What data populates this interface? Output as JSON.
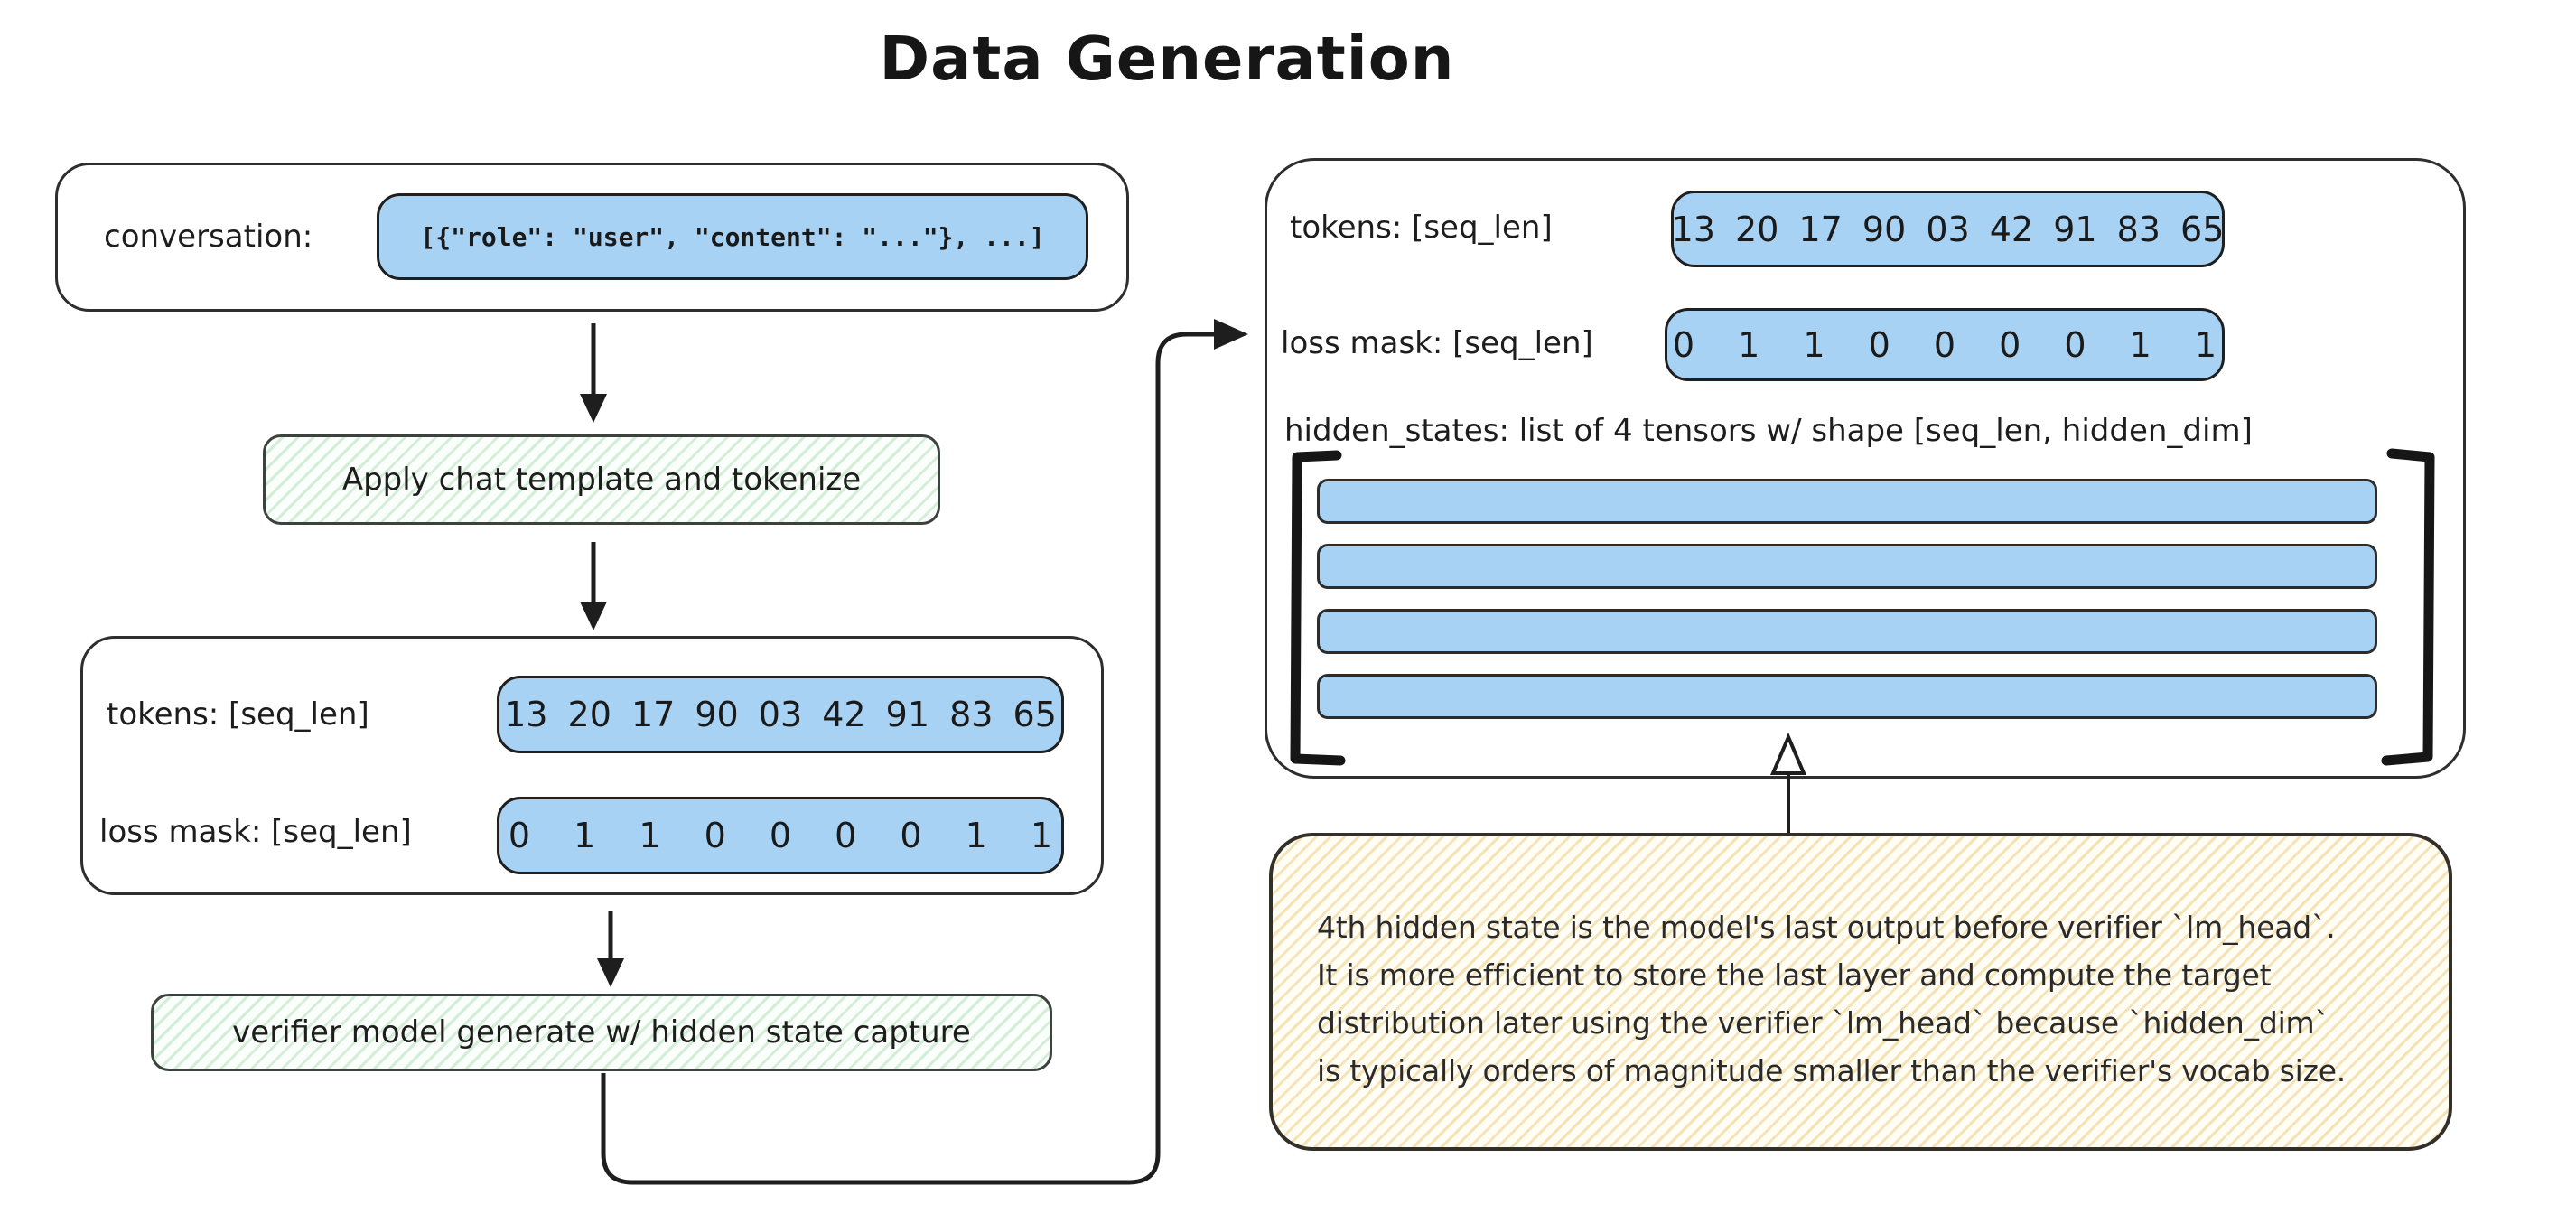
{
  "title": "Data Generation",
  "colors": {
    "ink": "#222222",
    "blue": "#a8d2f4",
    "box_border": "#2e2e2e"
  },
  "left": {
    "conversation": {
      "label": "conversation:",
      "value": "[{\"role\": \"user\", \"content\": \"...\"}, ...]"
    },
    "step_tokenize": "Apply chat template and tokenize",
    "tokens": {
      "label": "tokens: [seq_len]",
      "values": [
        "13",
        "20",
        "17",
        "90",
        "03",
        "42",
        "91",
        "83",
        "65"
      ]
    },
    "loss_mask": {
      "label": "loss mask: [seq_len]",
      "values": [
        "0",
        "1",
        "1",
        "0",
        "0",
        "0",
        "0",
        "1",
        "1"
      ]
    },
    "step_generate": "verifier model generate w/ hidden state capture"
  },
  "right": {
    "tokens": {
      "label": "tokens: [seq_len]",
      "values": [
        "13",
        "20",
        "17",
        "90",
        "03",
        "42",
        "91",
        "83",
        "65"
      ]
    },
    "loss_mask": {
      "label": "loss mask: [seq_len]",
      "values": [
        "0",
        "1",
        "1",
        "0",
        "0",
        "0",
        "0",
        "1",
        "1"
      ]
    },
    "hidden_states": {
      "label": "hidden_states: list of 4 tensors w/ shape [seq_len, hidden_dim]",
      "count": 4
    }
  },
  "note": {
    "lines": [
      "4th hidden state is the model's last output before verifier `lm_head`.",
      "It is more efficient to store the last layer and compute the target",
      "distribution later using the verifier `lm_head` because `hidden_dim`",
      "is typically orders of magnitude smaller than the verifier's vocab size."
    ]
  }
}
